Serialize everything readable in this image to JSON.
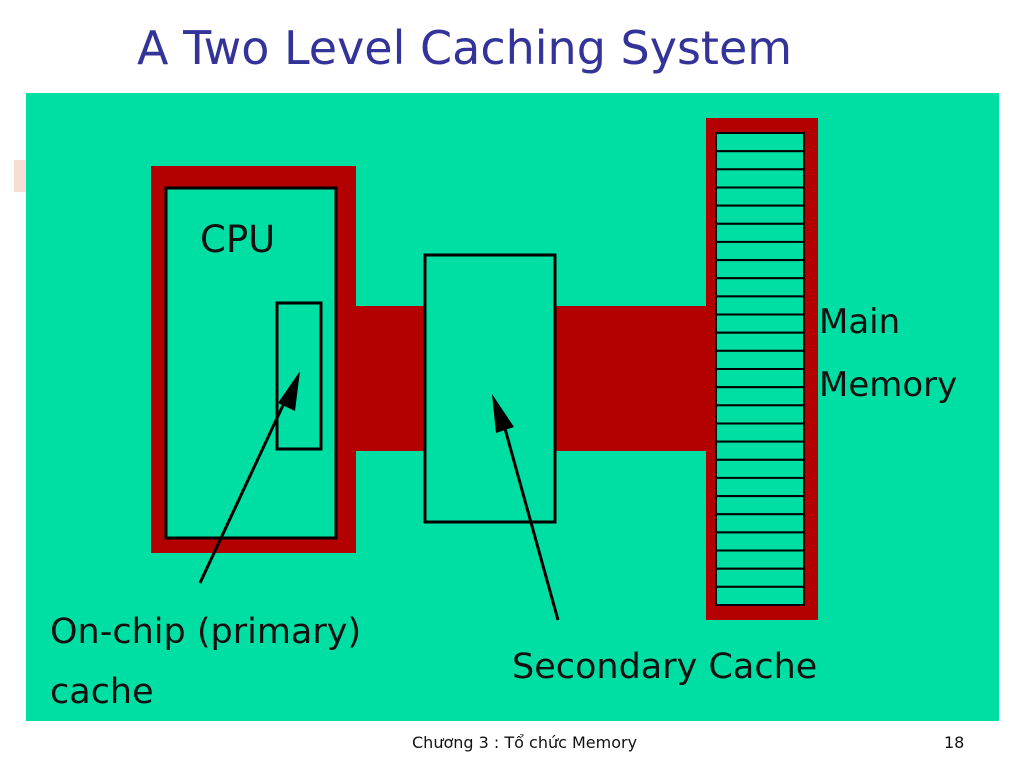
{
  "slide": {
    "title": "A Two Level Caching System",
    "footer": "Chương 3 : Tổ chức Memory",
    "page_number": "18"
  },
  "diagram": {
    "cpu_label": "CPU",
    "main_memory_label_line1": "Main",
    "main_memory_label_line2": "Memory",
    "onchip_label_line1": "On-chip (primary)",
    "onchip_label_line2": "cache",
    "secondary_label": "Secondary Cache"
  },
  "colors": {
    "background": "#00dfa3",
    "frame": "#b30000",
    "title": "#333399"
  }
}
